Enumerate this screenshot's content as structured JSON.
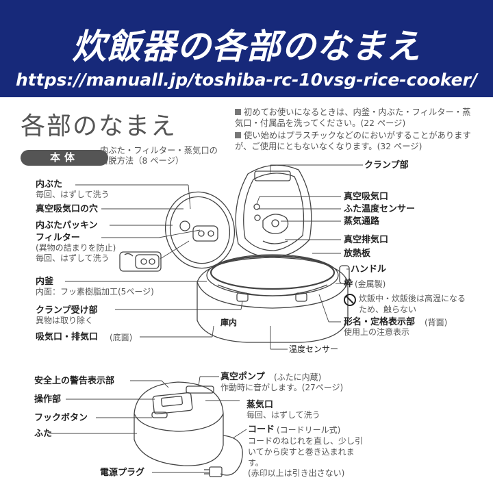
{
  "banner": {
    "title": "炊飯器の各部のなまえ",
    "url": "https://manuall.jp/toshiba-rc-10vsg-rice-cooker/"
  },
  "page_title": "各部のなまえ",
  "notes": [
    "初めてお使いになるときは、内釜・内ぶた・フィルター・蒸気口・付属品を洗ってください。(22 ページ)",
    "使い始めはプラスチックなどのにおいがすることがありますが、ご使用にともないなくなります。(32 ページ)"
  ],
  "section_tab": "本体",
  "section_note": [
    "内ぶた・フィルター・蒸気口の",
    "着脱方法（8 ページ）"
  ],
  "labels_upper_left": {
    "inner_lid": "内ぶた",
    "inner_lid_sub": "毎回、はずして洗う",
    "vacuum_hole": "真空吸気口の穴",
    "inner_lid_packing": "内ぶたパッキン",
    "filter": "フィルター",
    "filter_sub1": "(異物の詰まりを防止)",
    "filter_sub2": "毎回、はずして洗う",
    "inner_pot": "内釜",
    "inner_pot_sub": "内面：フッ素樹脂加工(5ページ)",
    "clamp_receiver": "クランプ受け部",
    "clamp_receiver_sub": "異物は取り除く",
    "intake_exhaust": "吸気口・排気口",
    "intake_exhaust_sub": "(底面)",
    "temp_sensor": "温度センサー",
    "inside_marker": "庫内"
  },
  "labels_upper_right": {
    "clamp": "クランプ部",
    "vacuum_intake": "真空吸気口",
    "lid_temp_sensor": "ふた温度センサー",
    "steam_passage": "蒸気通路",
    "vacuum_exhaust": "真空排気口",
    "heat_plate": "放熱板",
    "handle": "ハンドル",
    "frame": "枠",
    "frame_sub": "(金属製)",
    "frame_warning": "炊飯中・炊飯後は高温になるため、触らない",
    "model_label": "形名・定格表示部",
    "model_label_sub": "(背面)",
    "model_label_sub2": "使用上の注意表示"
  },
  "labels_lower": {
    "warning_label": "安全上の警告表示部",
    "control_panel": "操作部",
    "hook_button": "フックボタン",
    "lid": "ふた",
    "power_plug": "電源プラグ",
    "vacuum_pump": "真空ポンプ",
    "vacuum_pump_sub1": "(ふたに内蔵)",
    "vacuum_pump_sub2": "作動時に音がします。(27ページ)",
    "steam_port": "蒸気口",
    "steam_port_sub": "毎回、はずして洗う",
    "cord": "コード",
    "cord_sub1": "(コードリール式)",
    "cord_sub2": "コードのねじれを直し、少し引いてから戻すと巻き込まれます。",
    "cord_sub3": "(赤印以上は引き出さない)"
  },
  "colors": {
    "banner": "#17297a",
    "line": "#444444",
    "text_gray": "#555555"
  }
}
